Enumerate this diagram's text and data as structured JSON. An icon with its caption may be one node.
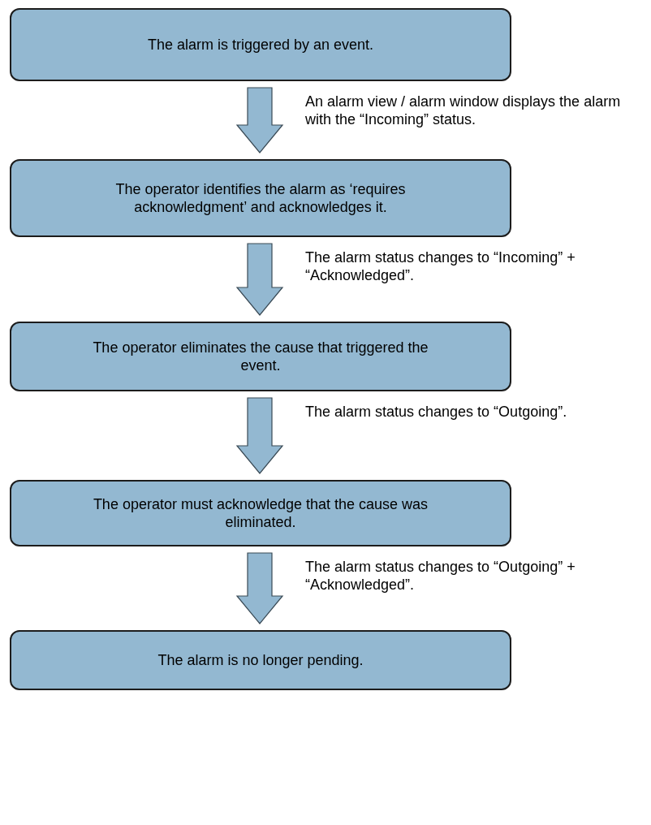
{
  "diagram": {
    "nodes": [
      {
        "text": [
          "The alarm is triggered by an event."
        ]
      },
      {
        "text": [
          "The operator identifies the alarm as ‘requires acknowledgment’ and acknowledges it."
        ]
      },
      {
        "text": [
          "The operator eliminates the cause that triggered the event."
        ]
      },
      {
        "text": [
          "The operator must acknowledge that the cause was eliminated."
        ]
      },
      {
        "text": [
          "The alarm is no longer pending."
        ]
      }
    ],
    "edges": [
      {
        "from": 0,
        "to": 1,
        "arrow": "to",
        "label": "An alarm view / alarm window displays the alarm with the “Incoming” status."
      },
      {
        "from": 1,
        "to": 2,
        "arrow": "to",
        "label": "The alarm status changes to “Incoming” + “Acknowledged”."
      },
      {
        "from": 2,
        "to": 3,
        "arrow": "to",
        "label": "The alarm status changes to “Outgoing”."
      },
      {
        "from": 3,
        "to": 4,
        "arrow": "to",
        "label": "The alarm status changes to “Outgoing” + “Acknowledged”."
      }
    ]
  }
}
